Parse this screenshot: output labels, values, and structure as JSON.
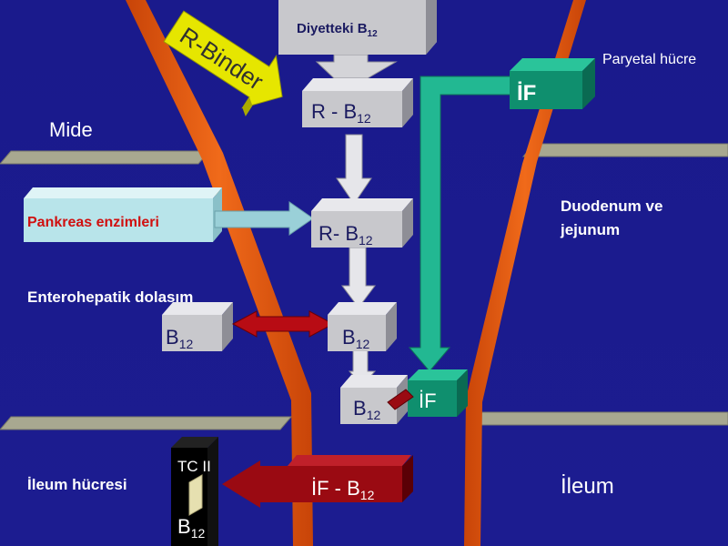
{
  "boxes": {
    "dietary": {
      "prefix": "Diyetteki B",
      "sub": "12"
    },
    "r_b12_top": {
      "prefix": "R - B",
      "sub": "12"
    },
    "r_b12_mid": {
      "prefix": "R- B",
      "sub": "12"
    },
    "b12_left": {
      "prefix": "B",
      "sub": "12"
    },
    "b12_mid": {
      "prefix": "B",
      "sub": "12"
    },
    "b12_low": {
      "prefix": "B",
      "sub": "12"
    },
    "if_top": "İF",
    "if_low": "İF",
    "if_b12": {
      "prefix": "İF - B",
      "sub": "12"
    },
    "pancreas": "Pankreas  enzimleri",
    "tc2": "TC II",
    "b12_cell": {
      "prefix": "B",
      "sub": "12"
    }
  },
  "labels": {
    "r_binder": "R-Binder",
    "parietal": "Paryetal hücre",
    "stomach": "Mide",
    "duodenum_line1": "Duodenum  ve",
    "duodenum_line2": "jejunum",
    "enterohepatic": "Enterohepatik  dolasım",
    "ileum_cell": "İleum  hücresi",
    "ileum": "İleum"
  },
  "colors": {
    "background": "#1a1a8c",
    "wall_orange": "#e8560c",
    "box_grey": "#c8c8cc",
    "box_teal": "#0f8f6e",
    "box_red": "#9a0a12",
    "cyan_box": "#b8e4ea",
    "binder_yellow": "#e6e600",
    "pancreas_text": "#d01010"
  }
}
